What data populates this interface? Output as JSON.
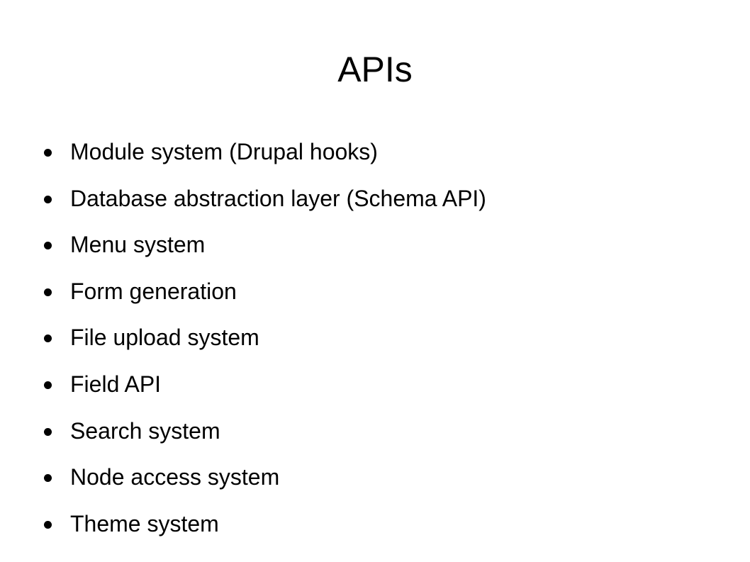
{
  "slide": {
    "title": "APIs",
    "bullets": [
      "Module system (Drupal hooks)",
      "Database abstraction layer (Schema API)",
      "Menu system",
      "Form generation",
      "File upload system",
      "Field API",
      "Search system",
      "Node access system",
      "Theme system"
    ],
    "bullet_icon": "filled-circle-bullet",
    "colors": {
      "background": "#ffffff",
      "text": "#000000"
    }
  }
}
